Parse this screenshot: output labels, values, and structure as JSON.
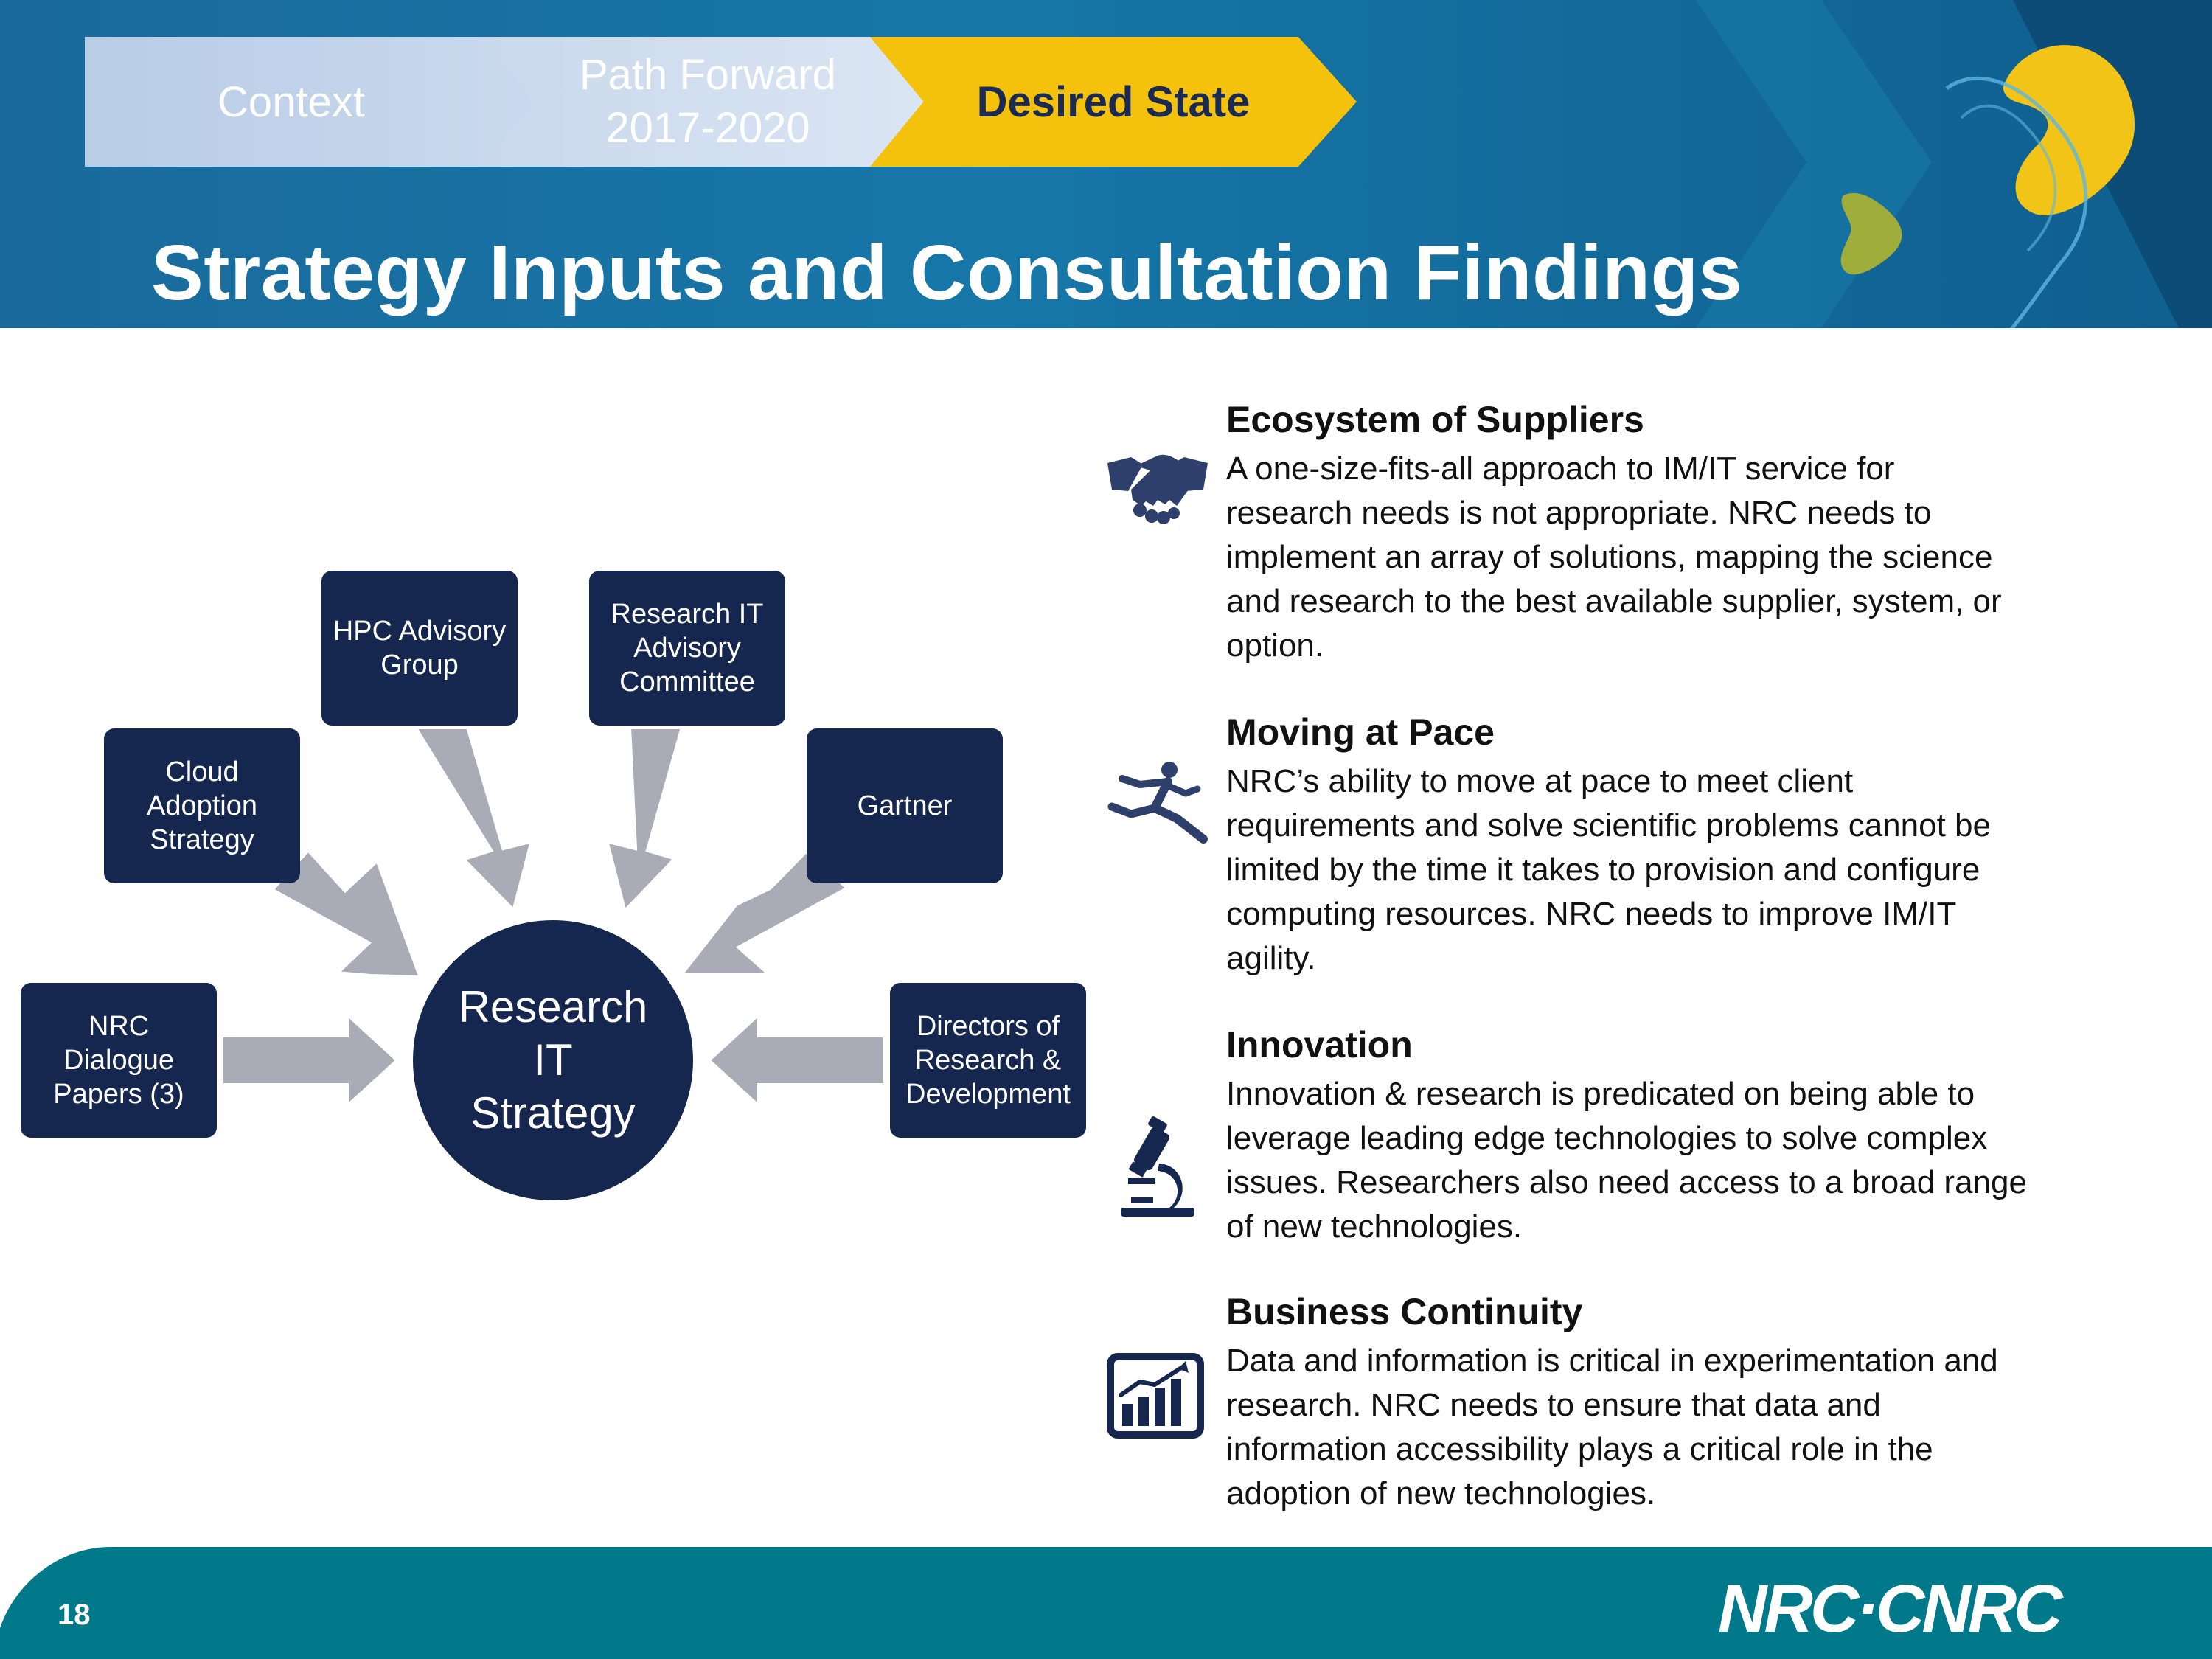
{
  "nav": {
    "steps": [
      {
        "label": "Context"
      },
      {
        "label_line1": "Path Forward",
        "label_line2": "2017-2020"
      },
      {
        "label": "Desired State"
      }
    ]
  },
  "page_title": "Strategy Inputs and Consultation Findings",
  "diagram": {
    "center": [
      "Research",
      "IT",
      "Strategy"
    ],
    "inputs": [
      {
        "lines": [
          "NRC Dialogue",
          "Papers  (3)"
        ]
      },
      {
        "lines": [
          "Cloud",
          "Adoption",
          "Strategy"
        ]
      },
      {
        "lines": [
          "HPC Advisory",
          "Group"
        ]
      },
      {
        "lines": [
          "Research IT",
          "Advisory",
          "Committee"
        ]
      },
      {
        "lines": [
          "Gartner"
        ]
      },
      {
        "lines": [
          "Directors of",
          "Research &",
          "Development"
        ]
      }
    ]
  },
  "findings": [
    {
      "icon": "handshake-icon",
      "title": "Ecosystem of Suppliers",
      "lines": [
        "A one-size-fits-all approach to IM/IT service for",
        "research needs is not appropriate. NRC needs to",
        "implement an array of solutions, mapping the science",
        "and research to the best available supplier, system, or",
        "option."
      ]
    },
    {
      "icon": "runner-icon",
      "title": "Moving at Pace",
      "lines": [
        "NRC’s ability to move at pace to meet client",
        "requirements and solve scientific problems cannot be",
        "limited by the time it takes to provision and configure",
        "computing resources. NRC needs to improve IM/IT",
        "agility."
      ]
    },
    {
      "icon": "microscope-icon",
      "title": "Innovation",
      "lines": [
        "Innovation & research is predicated on being able to",
        "leverage leading edge technologies to solve complex",
        "issues. Researchers also need access to a broad range",
        "of new technologies."
      ]
    },
    {
      "icon": "bar-chart-icon",
      "title": "Business Continuity",
      "lines": [
        "Data and information is critical in experimentation and",
        "research.  NRC needs to ensure that data and",
        "information accessibility plays a critical role in the",
        "adoption of new technologies."
      ]
    }
  ],
  "footer": {
    "page_number": "18",
    "logo_text": "NRC·CNRC"
  },
  "colors": {
    "navy": "#15264f",
    "accent_yellow": "#f4c20d",
    "header_blue": "#1677a8",
    "footer_teal": "#007a8a",
    "arrow_grey": "#a9abb6"
  }
}
